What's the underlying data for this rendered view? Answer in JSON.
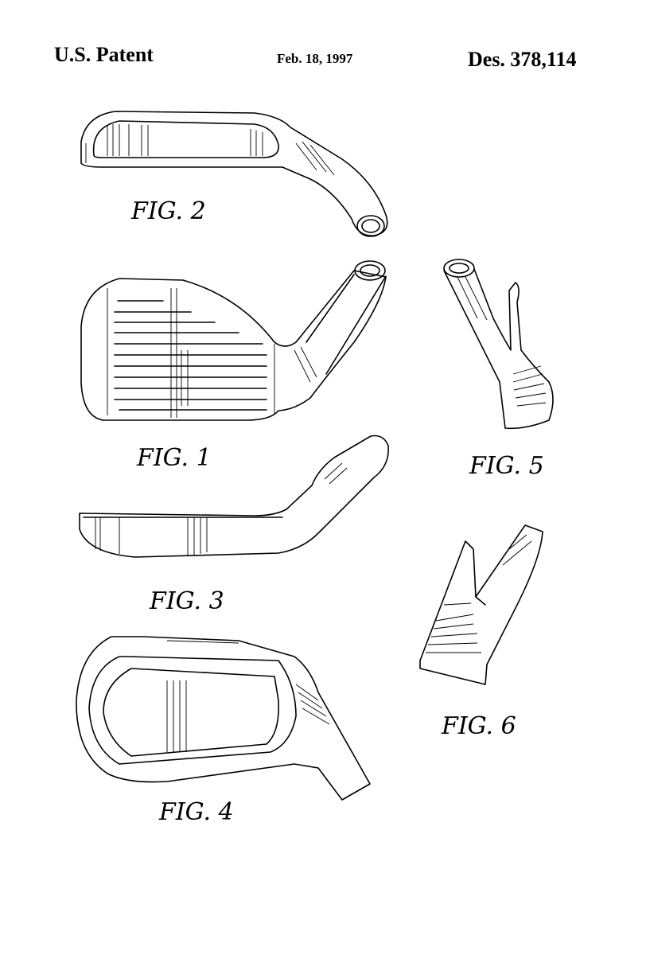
{
  "header": {
    "left": "U.S. Patent",
    "center": "Feb. 18, 1997",
    "right": "Des. 378,114"
  },
  "figures": {
    "fig2": "FIG. 2",
    "fig1": "FIG. 1",
    "fig5": "FIG. 5",
    "fig3": "FIG. 3",
    "fig6": "FIG. 6",
    "fig4": "FIG. 4"
  }
}
